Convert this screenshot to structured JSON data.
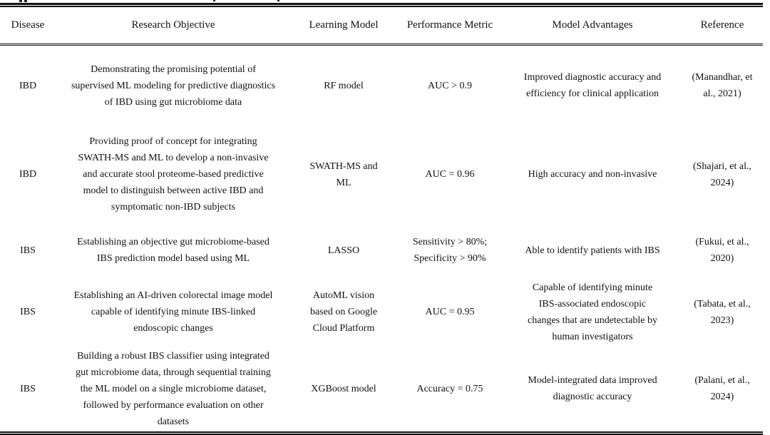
{
  "page": {
    "background_color": "#ffffff",
    "text_color": "#111111",
    "rule_color": "#111111"
  },
  "table": {
    "columns": [
      {
        "key": "disease",
        "label": "Disease"
      },
      {
        "key": "objective",
        "label": "Research Objective"
      },
      {
        "key": "model",
        "label": "Learning Model"
      },
      {
        "key": "metric",
        "label": "Performance Metric"
      },
      {
        "key": "advantages",
        "label": "Model Advantages"
      },
      {
        "key": "reference",
        "label": "Reference"
      }
    ],
    "rows": [
      {
        "disease": "IBD",
        "objective": "Demonstrating the promising potential of\nsupervised ML modeling for predictive diagnostics\nof IBD using gut microbiome data",
        "model": "RF model",
        "metric": "AUC > 0.9",
        "advantages": "Improved diagnostic accuracy and\nefficiency for clinical application",
        "reference": "(Manandhar, et\nal., 2021)"
      },
      {
        "disease": "IBD",
        "objective": "Providing proof of concept for integrating\nSWATH-MS and ML to develop a non-invasive\nand accurate stool proteome-based predictive\nmodel to distinguish between active IBD and\nsymptomatic non-IBD subjects",
        "model": "SWATH-MS and\nML",
        "metric": "AUC = 0.96",
        "advantages": "High accuracy and non-invasive",
        "reference": "(Shajari, et al.,\n2024)"
      },
      {
        "disease": "IBS",
        "objective": "Establishing an objective gut microbiome-based\nIBS prediction model based using ML",
        "model": "LASSO",
        "metric": "Sensitivity > 80%;\nSpecificity > 90%",
        "advantages": "Able to identify patients with IBS",
        "reference": "(Fukui, et al.,\n2020)"
      },
      {
        "disease": "IBS",
        "objective": "Establishing an AI-driven colorectal image model\ncapable of identifying minute IBS-linked\nendoscopic changes",
        "model": "AutoML vision\nbased on Google\nCloud Platform",
        "metric": "AUC = 0.95",
        "advantages": "Capable of identifying minute\nIBS-associated endoscopic\nchanges that are undetectable by\nhuman investigators",
        "reference": "(Tabata, et al.,\n2023)"
      },
      {
        "disease": "IBS",
        "objective": "Building a robust IBS classifier using integrated\ngut microbiome data, through sequential training\nthe ML model on a single microbiome dataset,\nfollowed by performance evaluation on other\ndatasets",
        "model": "XGBoost model",
        "metric": "Accuracy = 0.75",
        "advantages": "Model-integrated data improved\ndiagnostic accuracy",
        "reference": "(Palani, et al.,\n2024)"
      }
    ]
  }
}
